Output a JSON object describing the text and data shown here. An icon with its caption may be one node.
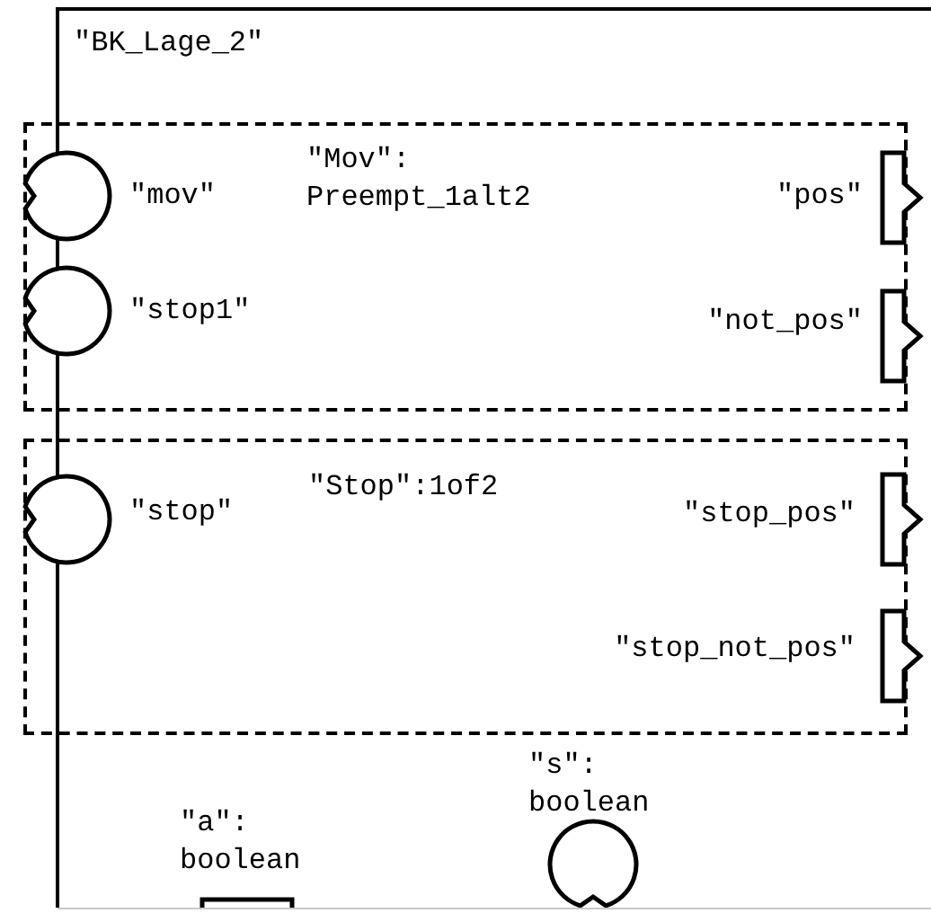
{
  "diagram": {
    "nodes": [
      {
        "text": [
          "\"BK_Lage_2\""
        ]
      },
      {
        "text": [
          "\"Mov\": Preempt_1alt2"
        ],
        "in": 0
      },
      {
        "text": [],
        "shape": "circle",
        "in": 1
      },
      {
        "text": [],
        "shape": "box",
        "in": 0
      },
      {
        "text": [],
        "shape": "circle",
        "in": 1
      },
      {
        "text": [],
        "shape": "box",
        "in": 0
      },
      {
        "text": [
          "\"Stop\":1of2"
        ],
        "in": 0
      },
      {
        "text": [],
        "shape": "circle",
        "in": 6
      },
      {
        "text": [],
        "shape": "box",
        "in": 0
      },
      {
        "text": [],
        "shape": "box",
        "in": 0
      },
      {
        "text": [],
        "shape": "box",
        "in": 0
      },
      {
        "text": [],
        "shape": "circle",
        "in": 0
      }
    ],
    "labels": [
      "\"mov\"",
      "\"pos\"",
      "\"stop1\"",
      "\"not_pos\"",
      "\"stop\"",
      "\"stop_pos\"",
      "\"stop_not_pos\"",
      "\"s\": boolean",
      "\"a\": boolean"
    ]
  }
}
